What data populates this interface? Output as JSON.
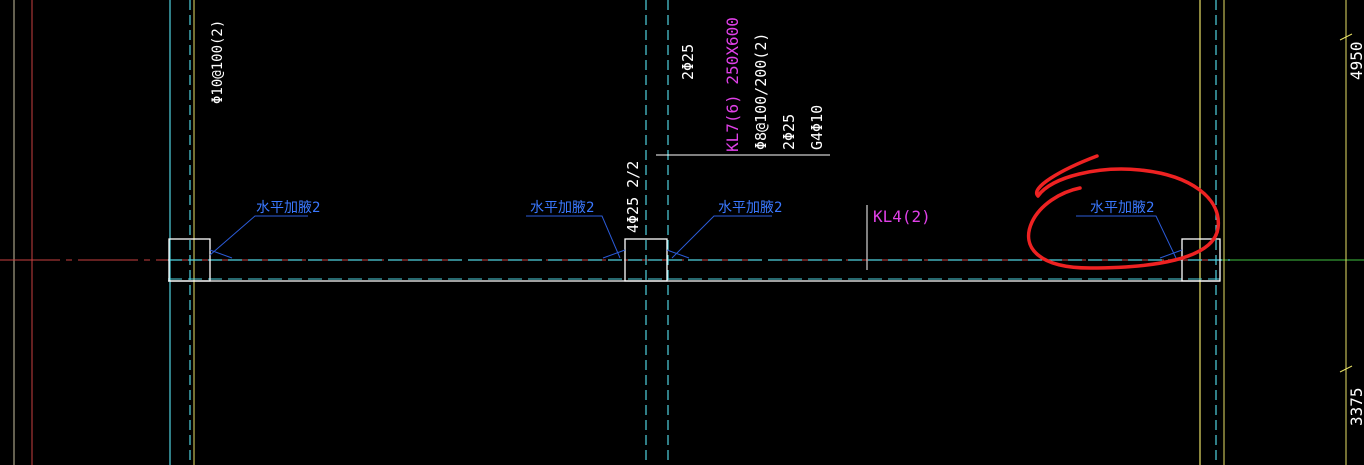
{
  "colors": {
    "background": "#000000",
    "white": "#ffffff",
    "cyan": "#4fd3e0",
    "yellow": "#e8e066",
    "blue": "#2b5bd8",
    "blue_text": "#3a78ff",
    "magenta": "#e040e8",
    "red_markup": "#ee2222",
    "red_axis": "#e04040",
    "green_axis": "#40c040"
  },
  "annotations": {
    "column_stirrup_left": "Φ10@100(2)",
    "top_bars": "2Φ25",
    "beam_kl7_name": "KL7(6) 250X600",
    "beam_kl7_stirrup": "Φ8@100/200(2)",
    "beam_kl7_bars": "2Φ25",
    "beam_kl7_side_bars": "G4Φ10",
    "bottom_bars": "4Φ25 2/2",
    "beam_kl4_name": "KL4(2)",
    "haunch_label_1": "水平加腋2",
    "haunch_label_2": "水平加腋2",
    "haunch_label_3": "水平加腋2",
    "haunch_label_4": "水平加腋2",
    "dimension_top": "4950",
    "dimension_bottom": "3375"
  },
  "markup": {
    "shape": "red-freehand-circle"
  }
}
